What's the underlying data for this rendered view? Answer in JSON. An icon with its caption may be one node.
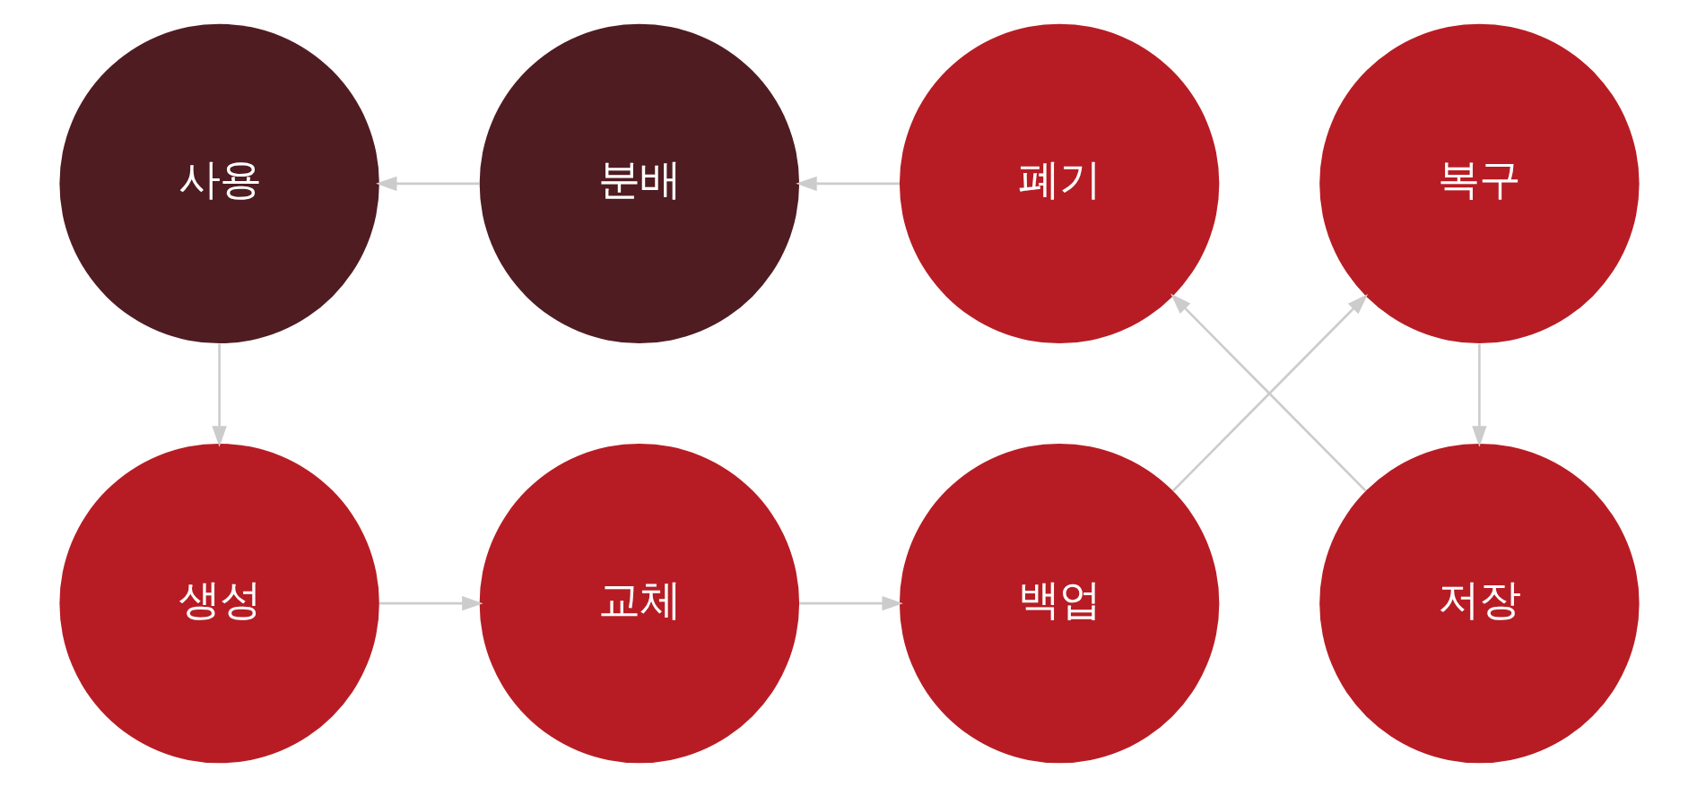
{
  "diagram": {
    "nodes": [
      {
        "text": [
          "생성"
        ]
      },
      {
        "text": [
          "교체"
        ]
      },
      {
        "text": [
          "백업"
        ]
      },
      {
        "text": [
          "복구"
        ]
      },
      {
        "text": [
          "사용"
        ]
      },
      {
        "text": [
          "분배"
        ]
      },
      {
        "text": [
          "폐기"
        ]
      },
      {
        "text": [
          "저장"
        ]
      }
    ],
    "edges": [
      {
        "from": 0,
        "to": 1,
        "arrow": "to"
      },
      {
        "from": 1,
        "to": 2,
        "arrow": "to"
      },
      {
        "from": 2,
        "to": 3,
        "arrow": "to"
      },
      {
        "from": 3,
        "to": 7,
        "arrow": "to"
      },
      {
        "from": 7,
        "to": 6,
        "arrow": "to"
      },
      {
        "from": 6,
        "to": 5,
        "arrow": "to"
      },
      {
        "from": 5,
        "to": 4,
        "arrow": "to"
      },
      {
        "from": 4,
        "to": 0,
        "arrow": "to"
      }
    ]
  }
}
